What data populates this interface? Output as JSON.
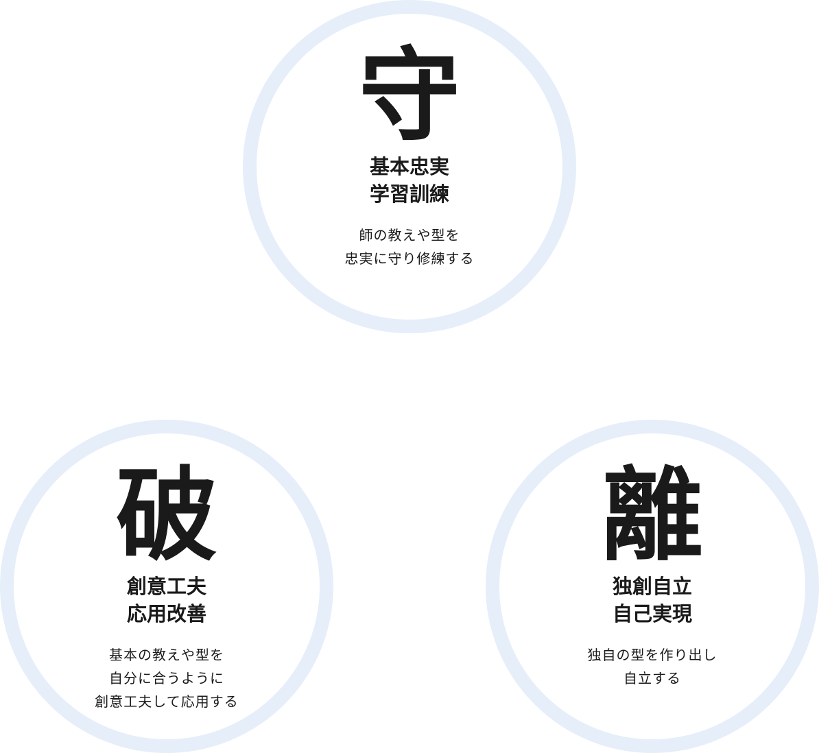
{
  "stages": [
    {
      "kanji": "守",
      "title": [
        "基本忠実",
        "学習訓練"
      ],
      "description": [
        "師の教えや型を",
        "忠実に守り修練する"
      ]
    },
    {
      "kanji": "破",
      "title": [
        "創意工夫",
        "応用改善"
      ],
      "description": [
        "基本の教えや型を",
        "自分に合うように",
        "創意工夫して応用する"
      ]
    },
    {
      "kanji": "離",
      "title": [
        "独創自立",
        "自己実現"
      ],
      "description": [
        "独自の型を作り出し",
        "自立する"
      ]
    }
  ],
  "colors": {
    "ring": "#e6eefa",
    "text": "#1a1a1a"
  }
}
